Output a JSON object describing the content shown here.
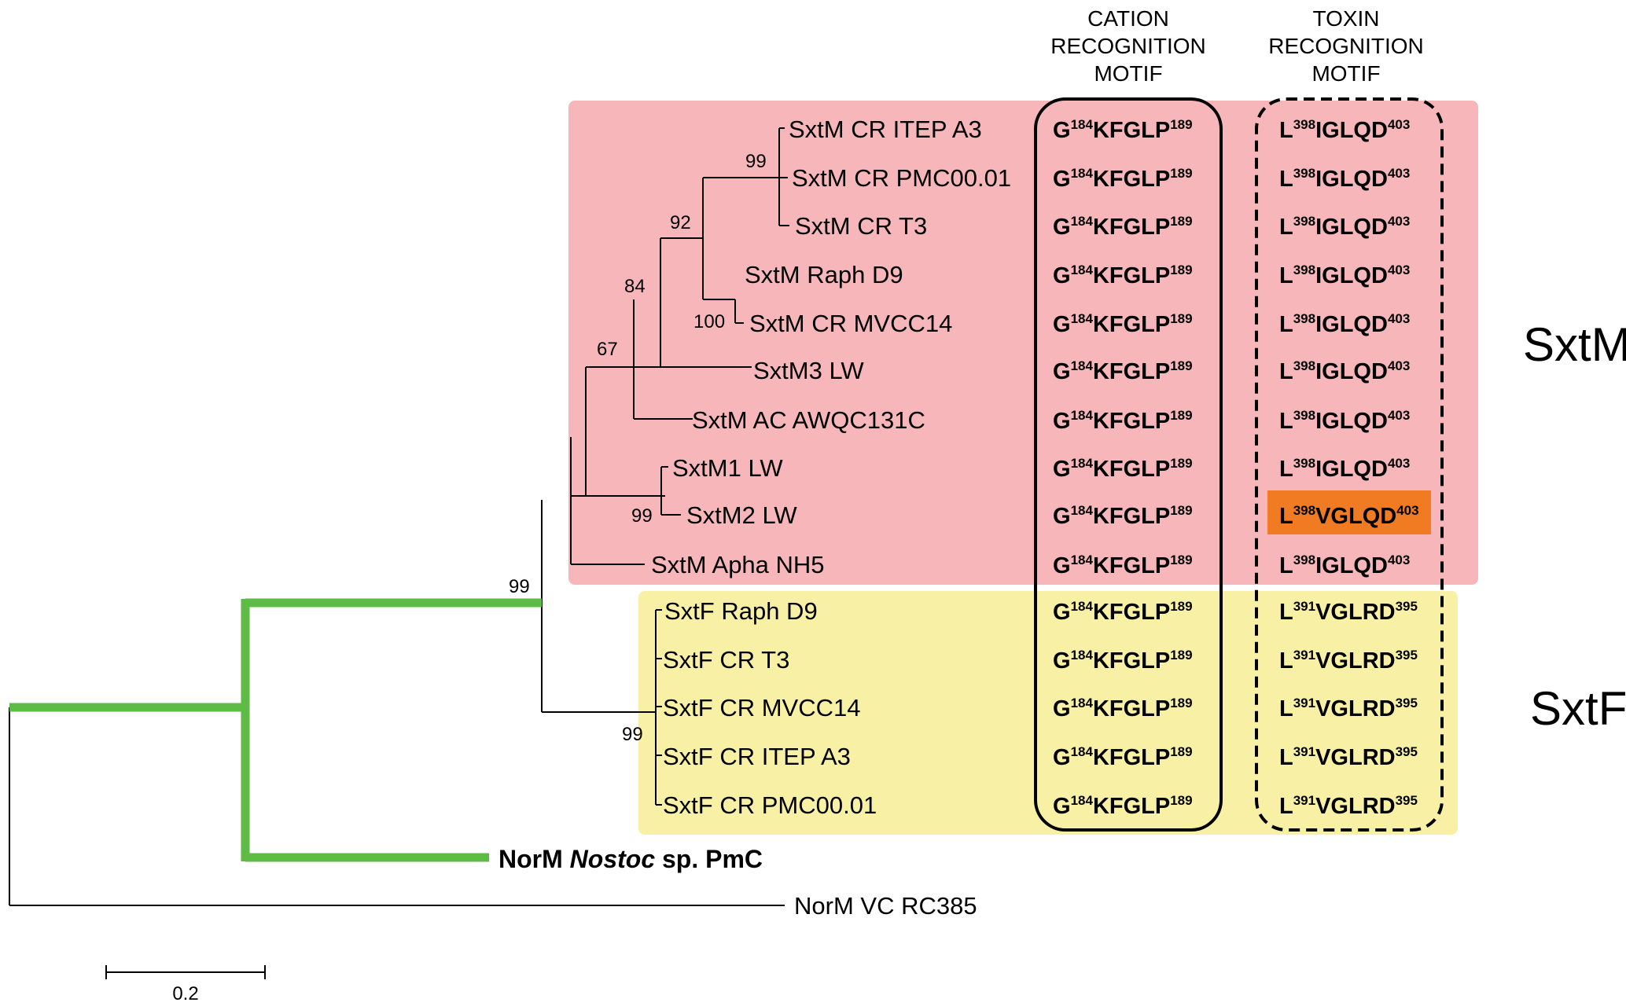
{
  "headers": {
    "cation": [
      "CATION",
      "RECOGNITION",
      "MOTIF"
    ],
    "toxin": [
      "TOXIN",
      "RECOGNITION",
      "MOTIF"
    ]
  },
  "groups": {
    "sxtm": "SxtM",
    "sxtf": "SxtF"
  },
  "colors": {
    "sxtm_box": "#f7b7ba",
    "sxtf_box": "#f8f1a5",
    "highlight": "#f07b22",
    "green_branch": "#5dbb46"
  },
  "taxa": [
    "SxtM CR ITEP A3",
    "SxtM CR PMC00.01",
    "SxtM CR T3",
    "SxtM Raph D9",
    "SxtM CR MVCC14",
    "SxtM3 LW",
    "SxtM AC AWQC131C",
    "SxtM1 LW",
    "SxtM2 LW",
    "SxtM Apha NH5",
    "SxtF Raph D9",
    "SxtF CR T3",
    "SxtF CR MVCC14",
    "SxtF CR ITEP A3",
    "SxtF CR PMC00.01"
  ],
  "outgroup": {
    "normNostoc": {
      "prefix": "NorM ",
      "italic": "Nostoc",
      "suffix": " sp. PmC"
    },
    "normVC": "NorM VC RC385"
  },
  "bootstrap": {
    "b99a": "99",
    "b92": "92",
    "b84": "84",
    "b100": "100",
    "b67": "67",
    "b99b": "99",
    "b99c": "99",
    "b99d": "99"
  },
  "cation_motif": {
    "start_res": "G",
    "start_num": "184",
    "body": "KFGLP",
    "end_num": "189"
  },
  "toxin_motifs": [
    {
      "start_res": "L",
      "start_num": "398",
      "body": "IGLQD",
      "end_num": "403",
      "highlight": false
    },
    {
      "start_res": "L",
      "start_num": "398",
      "body": "VGLQD",
      "end_num": "403",
      "highlight": true
    },
    {
      "start_res": "L",
      "start_num": "391",
      "body": "VGLRD",
      "end_num": "395",
      "highlight": false
    }
  ],
  "scale_bar": {
    "label": "0.2",
    "length": 0.2
  }
}
